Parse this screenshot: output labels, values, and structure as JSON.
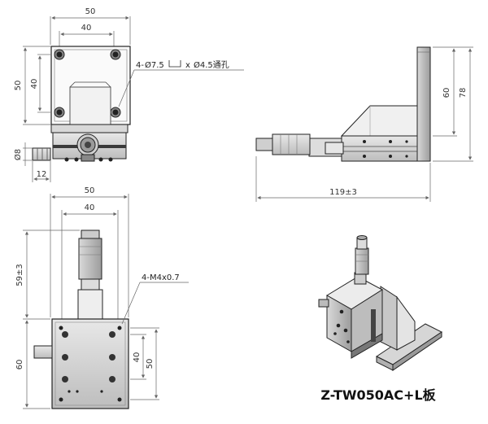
{
  "front_view": {
    "dim_width_outer": "50",
    "dim_width_inner": "40",
    "dim_height_outer": "50",
    "dim_height_inner": "40",
    "dim_diameter": "Ø8",
    "dim_offset": "12",
    "hole_note_prefix": "4-",
    "hole_note_cbore": "Ø7.5",
    "hole_note_x": "x",
    "hole_note_through": "Ø4.5通孔"
  },
  "side_view": {
    "dim_height_inner": "60",
    "dim_height_outer": "78",
    "dim_length": "119±3"
  },
  "top_view": {
    "dim_width_outer": "50",
    "dim_width_inner": "40",
    "dim_micrometer": "59±3",
    "tap_note": "4-M4x0.7",
    "dim_height_inner": "40",
    "dim_height_outer": "50",
    "dim_total": "60"
  },
  "model_label": "Z-TW050AC+L板"
}
